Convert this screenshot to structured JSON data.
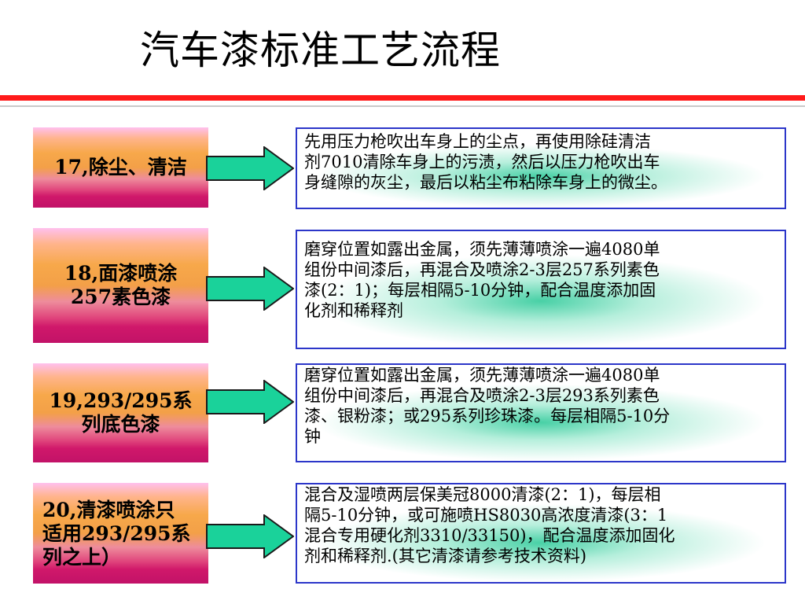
{
  "slide": {
    "title": "汽车漆标准工艺流程"
  },
  "steps": [
    {
      "label": "17,除尘、清洁",
      "description": "先用压力枪吹出车身上的尘点，再使用除硅清洁\n剂7010清除车身上的污渍，然后以压力枪吹出车\n身缝隙的灰尘，最后以粘尘布粘除车身上的微尘。"
    },
    {
      "label": "18,面漆喷涂\n257素色漆",
      "description": "磨穿位置如露出金属，须先薄薄喷涂一遍4080单\n组份中间漆后，再混合及喷涂2-3层257系列素色\n漆(2：1)；每层相隔5-10分钟，配合温度添加固\n化剂和稀释剂"
    },
    {
      "label": "19,293/295系\n列底色漆",
      "description": "磨穿位置如露出金属，须先薄薄喷涂一遍4080单\n组份中间漆后，再混合及喷涂2-3层293系列素色\n漆、银粉漆；或295系列珍珠漆。每层相隔5-10分\n钟"
    },
    {
      "label": "20,清漆喷涂只\n适用293/295系\n列之上）",
      "description": "混合及湿喷两层保美冠8000清漆(2：1)，每层相\n隔5-10分钟，或可施喷HS8030高浓度清漆(3：1\n混合专用硬化剂3310/33150)，配合温度添加固化\n剂和稀释剂.(其它清漆请参考技术资料)"
    }
  ],
  "colors": {
    "title_rule": "#ff1a1a",
    "arrow_fill": "#1ad29a",
    "desc_border": "#2c36c9"
  }
}
